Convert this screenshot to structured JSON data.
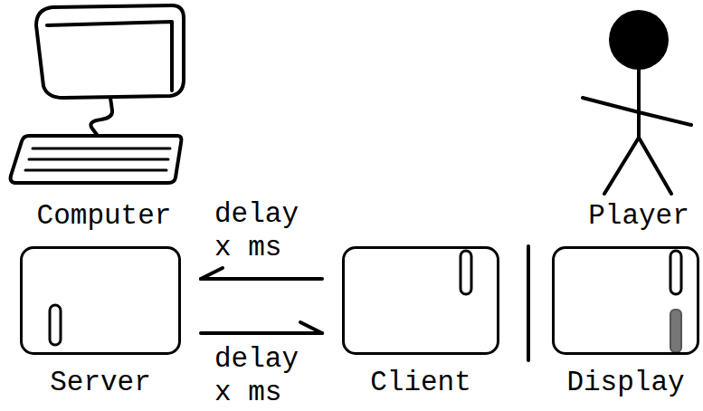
{
  "diagram": {
    "nodes": [
      {
        "text": [
          "Server"
        ]
      },
      {
        "text": [
          "Client"
        ]
      },
      {
        "text": [
          "Display"
        ]
      }
    ],
    "edges": [
      {
        "from": 1,
        "to": 0,
        "arrow": "to",
        "label": "delay x ms"
      },
      {
        "from": 0,
        "to": 1,
        "arrow": "to",
        "label": "delay x ms"
      }
    ],
    "labels": [
      "Computer",
      "Player"
    ]
  }
}
